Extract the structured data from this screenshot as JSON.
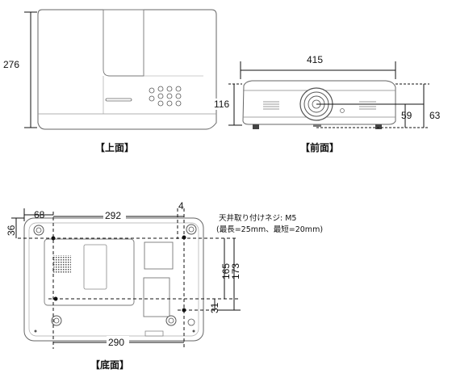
{
  "top_view": {
    "caption": "【上面】",
    "depth_label": "276"
  },
  "front_view": {
    "caption": "【前面】",
    "width_label": "415",
    "height_label": "116",
    "lens_offset_label": "59",
    "lens_height_label": "63"
  },
  "bottom_view": {
    "caption": "【底面】",
    "left_offset_label": "68",
    "mount_span_label": "292",
    "small_offset_label": "4",
    "top_offset_label": "36",
    "rear_span_label": "290",
    "vert_span_a_label": "165",
    "vert_span_b_label": "173",
    "small_vert_label": "31",
    "screw_note_line1": "天井取り付けネジ: M5",
    "screw_note_line2": "(最長=25mm、最短=20mm)"
  }
}
